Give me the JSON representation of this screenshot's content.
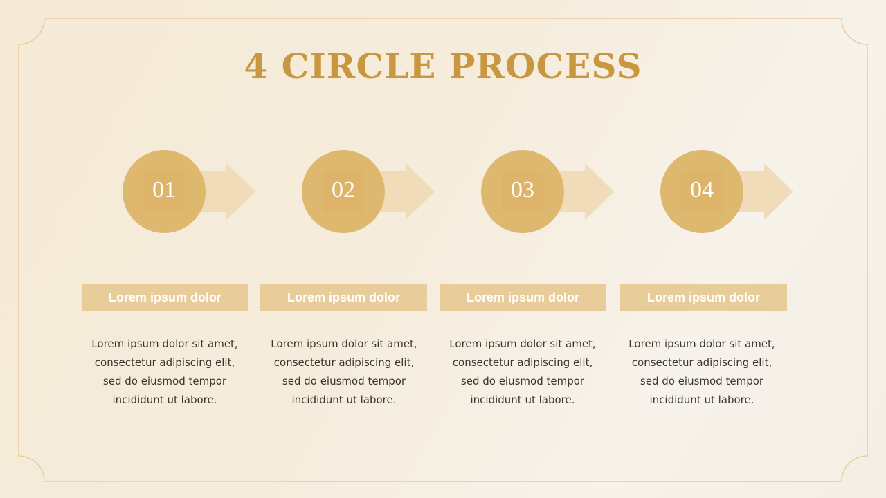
{
  "title": "4 CIRCLE PROCESS",
  "steps": [
    {
      "number": "01",
      "label": "Lorem ipsum dolor",
      "lines": [
        "Lorem ipsum dolor sit amet,",
        "consectetur adipiscing elit,",
        "sed do eiusmod tempor",
        "incididunt ut labore."
      ]
    },
    {
      "number": "02",
      "label": "Lorem ipsum dolor",
      "lines": [
        "Lorem ipsum dolor sit amet,",
        "consectetur adipiscing elit,",
        "sed do eiusmod tempor",
        "incididunt ut labore."
      ]
    },
    {
      "number": "03",
      "label": "Lorem ipsum dolor",
      "lines": [
        "Lorem ipsum dolor sit amet,",
        "consectetur adipiscing elit,",
        "sed do eiusmod tempor",
        "incididunt ut labore."
      ]
    },
    {
      "number": "04",
      "label": "Lorem ipsum dolor",
      "lines": [
        "Lorem ipsum dolor sit amet,",
        "consectetur adipiscing elit,",
        "sed do eiusmod tempor",
        "incididunt ut labore."
      ]
    }
  ],
  "colors": {
    "accent": "#dfb86f",
    "frame": "#e8cc9a",
    "title": "#c9973f"
  }
}
